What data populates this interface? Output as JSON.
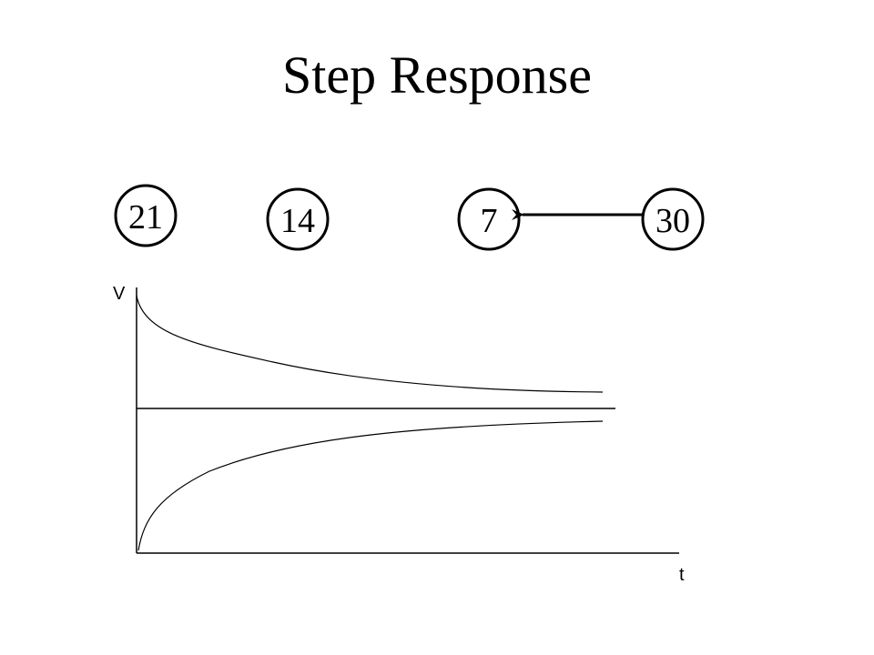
{
  "slide": {
    "title": "Step Response"
  },
  "nodes": [
    {
      "id": "n21",
      "label": "21"
    },
    {
      "id": "n14",
      "label": "14"
    },
    {
      "id": "n7",
      "label": "7"
    },
    {
      "id": "n30",
      "label": "30"
    }
  ],
  "edges": [
    {
      "from": "30",
      "to": "7"
    }
  ],
  "plot": {
    "y_axis_label": "V",
    "x_axis_label": "t",
    "curves": [
      "decaying-from-above",
      "rising-from-below"
    ],
    "asymptote": "horizontal-line"
  },
  "colors": {
    "background": "#ffffff",
    "ink": "#000000"
  }
}
